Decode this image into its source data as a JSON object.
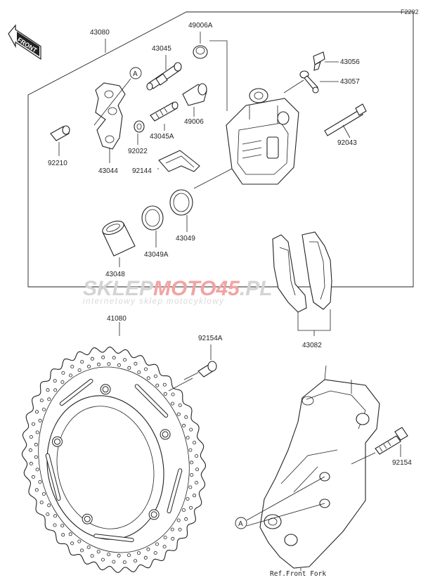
{
  "diagram_code": "F2292",
  "front_badge": "FRONT",
  "callout_letter": "A",
  "ref_label": "Ref.Front Fork",
  "watermark": {
    "brand_a": "SKLEP",
    "brand_b": "MOTO",
    "brand_c": "45",
    "brand_d": ".PL",
    "tagline": "internetowy sklep motocyklowy"
  },
  "parts": {
    "p43080": "43080",
    "p49006A": "49006A",
    "p43045": "43045",
    "p43056": "43056",
    "p43057": "43057",
    "p49006": "49006",
    "p43045A": "43045A",
    "p92043": "92043",
    "p92210": "92210",
    "p92022": "92022",
    "p43044": "43044",
    "p92144": "92144",
    "p43049": "43049",
    "p43049A": "43049A",
    "p43048": "43048",
    "p43082": "43082",
    "p41080": "41080",
    "p92154A": "92154A",
    "p92154": "92154"
  },
  "colors": {
    "line": "#222222",
    "watermark_red": "#f2a3a3",
    "watermark_gray": "#d4d4d4"
  }
}
